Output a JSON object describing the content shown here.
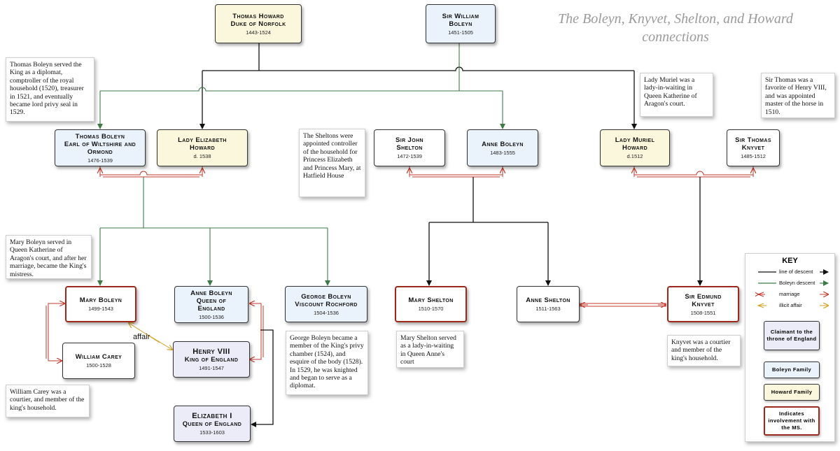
{
  "title": {
    "line1": "The Boleyn, Knyvet, Shelton, and Howard",
    "line2": "connections"
  },
  "colors": {
    "descent": "#111111",
    "boleyn_descent": "#3d7a46",
    "marriage": "#c0392b",
    "affair": "#d4a020",
    "boleyn_fill": "#eaf2fb",
    "howard_fill": "#fbf7dc",
    "claimant_fill": "#ececf8",
    "ms_border": "#9b2a1c"
  },
  "people": {
    "thomas_howard": {
      "name": "Thomas Howard",
      "title": "Duke of Norfolk",
      "dates": "1443-1524"
    },
    "william_boleyn": {
      "name": "Sir William",
      "title": "Boleyn",
      "dates": "1451-1505"
    },
    "thomas_boleyn": {
      "name": "Thomas Boleyn",
      "title": "Earl of Wiltshire and Ormond",
      "dates": "1476-1539"
    },
    "elizabeth_howard": {
      "name": "Lady Elizabeth",
      "title": "Howard",
      "dates": "d. 1538"
    },
    "john_shelton": {
      "name": "Sir John",
      "title": "Shelton",
      "dates": "1472-1539"
    },
    "anne_boleyn_elder": {
      "name": "Anne Boleyn",
      "dates": "1483-1555"
    },
    "muriel_howard": {
      "name": "Lady Muriel",
      "title": "Howard",
      "dates": "d.1512"
    },
    "thomas_knyvet": {
      "name": "Sir Thomas",
      "title": "Knyvet",
      "dates": "1485-1512"
    },
    "mary_boleyn": {
      "name": "Mary Boleyn",
      "dates": "1499-1543"
    },
    "anne_boleyn_queen": {
      "name": "Anne Boleyn",
      "title1": "Queen of",
      "title2": "England",
      "dates": "1500-1536"
    },
    "george_boleyn": {
      "name": "George Boleyn",
      "title": "Viscount Rochford",
      "dates": "1504-1536"
    },
    "mary_shelton": {
      "name": "Mary Shelton",
      "dates": "1510-1570"
    },
    "anne_shelton": {
      "name": "Anne Shelton",
      "dates": "1511-1563"
    },
    "edmund_knyvet": {
      "name": "Sir Edmund",
      "title": "Knyvet",
      "dates": "1508-1551"
    },
    "william_carey": {
      "name": "William Carey",
      "dates": "1500-1528"
    },
    "henry_viii": {
      "name": "Henry VIII",
      "title": "King of England",
      "dates": "1491-1547"
    },
    "elizabeth_i": {
      "name": "Elizabeth I",
      "title": "Queen of England",
      "dates": "1533-1603"
    }
  },
  "notes": {
    "thomas_boleyn": "Thomas Boleyn served the King as a diplomat, comptroller of the royal household (1520), treasurer in 1521, and eventually became lord privy seal in 1529.",
    "muriel": "Lady Muriel was a lady-in-waiting in Queen Katherine of Aragon's court.",
    "sir_thomas": "Sir Thomas was a favorite of Henry VIII, and was appointed master of the horse in 1510.",
    "sheltons": "The Sheltons were appointed controller of the household for Princess Elizabeth and Princess Mary, at Hatfield House",
    "mary_boleyn": "Mary Boleyn served in Queen Katherine of Aragon's court, and after her marriage, became the King's mistress.",
    "george_boleyn": "George Boleyn became a member of the King's privy chamber (1524), and esquire of the body (1528). In 1529, he was knighted and began to serve as a diplomat.",
    "mary_shelton": "Mary Shelton served as a lady-in-waiting in Queen Anne's court",
    "knyvet": "Knyvet was a courtier and member of the king's household.",
    "william_carey": "William Carey was a courtier, and member of the king's household."
  },
  "affair_label": "affair",
  "key": {
    "title": "KEY",
    "line_of_descent": "line of descent",
    "boleyn_descent": "Boleyn descent",
    "marriage": "marriage",
    "illicit_affair": "illicit affair",
    "claimant": "Claimant to the throne of England",
    "boleyn_family": "Boleyn Family",
    "howard_family": "Howard Family",
    "ms": "Indicates involvement with the MS."
  }
}
